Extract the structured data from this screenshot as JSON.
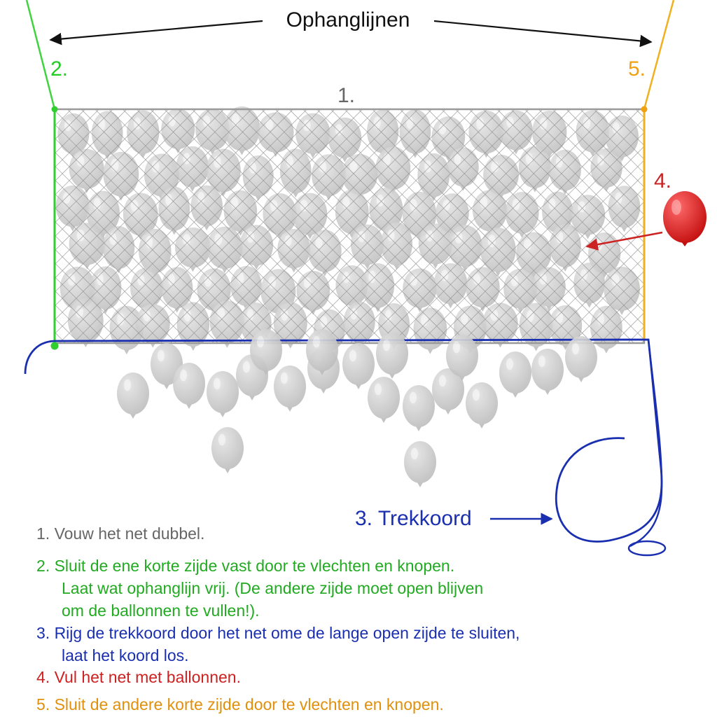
{
  "colors": {
    "step1": "#666666",
    "step2": "#22aa22",
    "step3": "#1a2fb0",
    "step4": "#cc2222",
    "step5": "#e0900c",
    "net_grid": "#9a9a9a",
    "balloon_gray": "#c8c8c8",
    "balloon_red": "#e01e1e"
  },
  "labels": {
    "ophanglijnen": "Ophanglijnen",
    "marker_1": "1.",
    "marker_2": "2.",
    "marker_4": "4.",
    "marker_5": "5.",
    "trekkoord": "3. Trekkoord"
  },
  "steps": [
    {
      "line1": "1. Vouw het net dubbel.",
      "line2": "",
      "line3": ""
    },
    {
      "line1": "2. Sluit de ene korte zijde vast door te vlechten en knopen.",
      "line2": "Laat wat ophanglijn vrij. (De andere zijde moet open blijven",
      "line3": "om de ballonnen te vullen!)."
    },
    {
      "line1": "3. Rijg de trekkoord door het net ome de lange open zijde te sluiten,",
      "line2": "laat het koord los.",
      "line3": ""
    },
    {
      "line1": "4. Vul het net met ballonnen.",
      "line2": "",
      "line3": ""
    },
    {
      "line1": "5. Sluit de andere korte zijde door  te vlechten en knopen.",
      "line2": "",
      "line3": ""
    }
  ],
  "icons": {
    "red_balloon": "balloon-icon",
    "gray_balloons": "balloon-icon"
  }
}
